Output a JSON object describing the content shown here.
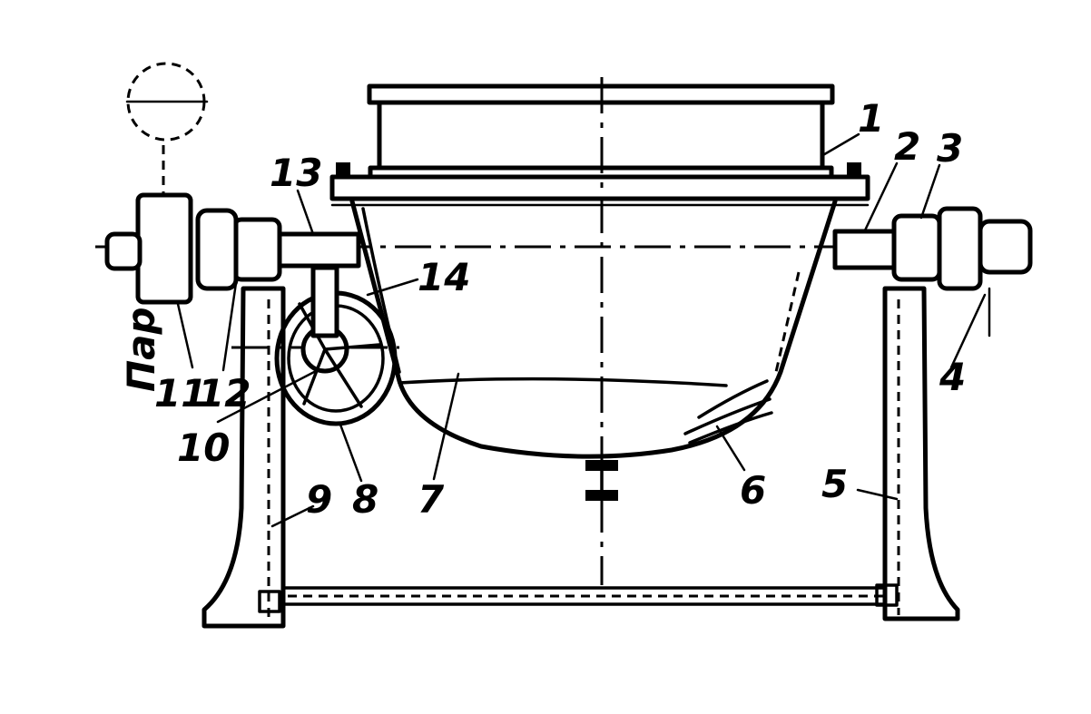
{
  "labels": {
    "l1": "1",
    "l2": "2",
    "l3": "3",
    "l4": "4",
    "l5": "5",
    "l6": "6",
    "l7": "7",
    "l8": "8",
    "l9": "9",
    "l10": "10",
    "l11": "11",
    "l12": "12",
    "l13": "13",
    "l14": "14",
    "steam": "Пар"
  },
  "color_ink": "#000000",
  "color_background": "#ffffff"
}
